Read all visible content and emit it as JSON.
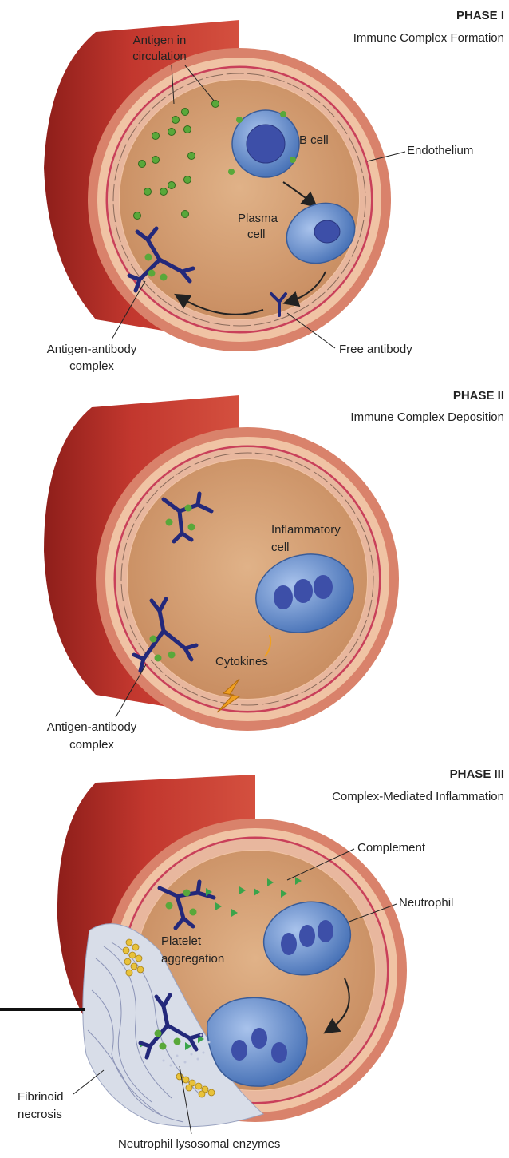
{
  "phases": [
    {
      "title": "PHASE I",
      "subtitle": "Immune Complex Formation",
      "labels": {
        "antigen_line1": "Antigen in",
        "antigen_line2": "circulation",
        "b_cell": "B cell",
        "endothelium": "Endothelium",
        "plasma_line1": "Plasma",
        "plasma_line2": "cell",
        "complex_line1": "Antigen-antibody",
        "complex_line2": "complex",
        "free_antibody": "Free antibody"
      }
    },
    {
      "title": "PHASE II",
      "subtitle": "Immune Complex Deposition",
      "labels": {
        "inflammatory_line1": "Inflammatory",
        "inflammatory_line2": "cell",
        "cytokines": "Cytokines",
        "complex_line1": "Antigen-antibody",
        "complex_line2": "complex"
      }
    },
    {
      "title": "PHASE III",
      "subtitle": "Complex-Mediated Inflammation",
      "labels": {
        "complement": "Complement",
        "neutrophil": "Neutrophil",
        "platelet_line1": "Platelet",
        "platelet_line2": "aggregation",
        "fibrinoid_line1": "Fibrinoid",
        "fibrinoid_line2": "necrosis",
        "enzymes": "Neutrophil lysosomal enzymes"
      }
    }
  ],
  "colors": {
    "vessel_outer": "#b5302a",
    "vessel_wall": "#f0c3a4",
    "lumen": "#d9a57a",
    "endothelial_cell": "#f6d9c4",
    "cell_blue": "#5b86c8",
    "nucleus": "#2f3f8f",
    "antigen": "#59a83a",
    "antibody": "#23287a",
    "complement": "#3aa44a",
    "cytokine_arrow": "#f0a020",
    "platelet": "#e8c23a"
  }
}
